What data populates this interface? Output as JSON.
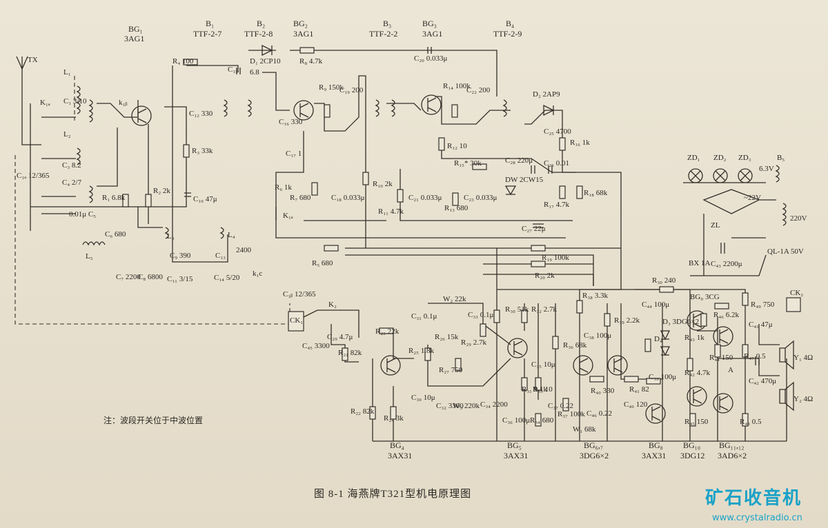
{
  "caption": "图 8-1  海燕牌T321型机电原理图",
  "note": "注：波段开关位于中波位置",
  "watermark": {
    "name": "矿石收音机",
    "url": "www.crystalradio.cn",
    "color": "#1aa2c8"
  },
  "stage_labels": [
    {
      "id": "bg1",
      "l1": "BG₁",
      "l2": "3AG1"
    },
    {
      "id": "b1",
      "l1": "B₁",
      "l2": "TTF-2-7"
    },
    {
      "id": "b2",
      "l1": "B₂",
      "l2": "TTF-2-8"
    },
    {
      "id": "bg2",
      "l1": "BG₂",
      "l2": "3AG1"
    },
    {
      "id": "b3",
      "l1": "B₃",
      "l2": "TTF-2-2"
    },
    {
      "id": "bg3",
      "l1": "BG₃",
      "l2": "3AG1"
    },
    {
      "id": "b4",
      "l1": "B₄",
      "l2": "TTF-2-9"
    }
  ],
  "bottom_labels": [
    {
      "id": "bg4",
      "l1": "BG₄",
      "l2": "3AX31"
    },
    {
      "id": "bg5",
      "l1": "BG₅",
      "l2": "3AX31"
    },
    {
      "id": "bg67",
      "l1": "BG₆,₇",
      "l2": "3DG6×2"
    },
    {
      "id": "bg8",
      "l1": "BG₈",
      "l2": "3AX31"
    },
    {
      "id": "bg10",
      "l1": "BG₁₀",
      "l2": "3DG12"
    },
    {
      "id": "bg1112",
      "l1": "BG₁₁,₁₂",
      "l2": "3AD6×2"
    }
  ],
  "components": [
    "TX",
    "L₁",
    "K₁ₐ",
    "C₁ 3/10",
    "L₂",
    "C₃ 8.2",
    "C₄ 2/7",
    "C₁ₐ 12/365",
    "0.01μ C₅",
    "R₁ 6.8k",
    "k₁ᵦ",
    "R₂ 2k",
    "R₄ 100",
    "D₁ 2CP10",
    "R₈ 4.7k",
    "C₁₅",
    "6.8",
    "C₁₂ 330",
    "R₃ 33k",
    "C₁₀ 47μ",
    "L₃",
    "L₄",
    "C₁₆ 330",
    "C₁₇ 1",
    "R₉ 150k",
    "C₁₉ 200",
    "R₆ 1k",
    "R₇ 680",
    "C₁₈ 0.033μ",
    "K₁ₐ",
    "C₂₀ 0.033μ",
    "R₁₄ 100k",
    "C₂₂ 200",
    "D₂ 2AP9",
    "C₂₅ 4700",
    "R₁₆ 1k",
    "R₁₂ 10",
    "R₁₅* 30k",
    "C₂₈ 220μ",
    "C₂₆ 0.01",
    "DW 2CW15",
    "R₁₇ 4.7k",
    "R₁₈ 68k",
    "R₁₀ 2k",
    "R₁₁ 4.7k",
    "C₂₁ 0.033μ",
    "R₁₃ 680",
    "C₂₃ 0.033μ",
    "C₂₇ 22μ",
    "C₆ 680",
    "L₅",
    "C₇ 2200",
    "C₈ 6800",
    "C₉ 390",
    "C₁₁ 3/15",
    "C₁₃",
    "C₁₄ 5/20",
    "2400",
    "k₁c",
    "C₁ᵦ 12/365",
    "R₅ 680",
    "R₁₉ 100k",
    "R₂₀ 2k",
    "K₂",
    "CK₁",
    "C₂₉ 4.7μ",
    "C₄₅ 3300",
    "R₂₁ 82k",
    "R₂₃ 22k",
    "R₂₂ 82k",
    "R₂₄ 3k",
    "C₃₁ 0.1μ",
    "W₂ 22k",
    "C₃₃ 0.1μ",
    "R₂₅ 1.8k",
    "R₂₆ 15k",
    "R₂₉ 2.7k",
    "R₂₇ 750",
    "C₃₀ 10μ",
    "C₃₂ 3300",
    "W₃ 220k",
    "C₃₄ 2200",
    "R₃₀ 51k",
    "R₃₂ 2.7k",
    "C₃₅ 10μ",
    "R₃₁ 9.1k",
    "R₃₃ 10",
    "C₃₆ 100μ",
    "C₃₇ 0.22",
    "R₃₄ 680",
    "R₃₈ 3.3k",
    "C₃₈ 100μ",
    "R₃₉ 2.2k",
    "R₃₆ 68k",
    "R₄₀ 330",
    "R₄₁ 82",
    "C₃₉ 100μ",
    "R₃₇ 100k",
    "C₄₆ 0.22",
    "W₁ 68k",
    "C₄₀ 120",
    "R₃₀ 240",
    "C₄₄ 100μ",
    "BG₉ 3CG",
    "R₄₆ 6.2k",
    "D₃ 3DG6×2",
    "D₄",
    "R₄₃ 1k",
    "R₄₄ 150",
    "R₄₇ 0.5",
    "R₄₂ 4.7k",
    "A",
    "R₄₅ 150",
    "R₄₈ 0.5",
    "R₄₉ 750",
    "C₄₁ 47μ",
    "C₄₂ 470μ",
    "CK₂",
    "Y₁ 4Ω",
    "Y₂ 4Ω",
    "BX 1A",
    "C₄₃ 2200μ",
    "QL-1A 50V",
    "ZL",
    "~22V",
    "220V",
    "ZD₁",
    "ZD₂",
    "ZD₃",
    "6.3V",
    "B₅"
  ]
}
